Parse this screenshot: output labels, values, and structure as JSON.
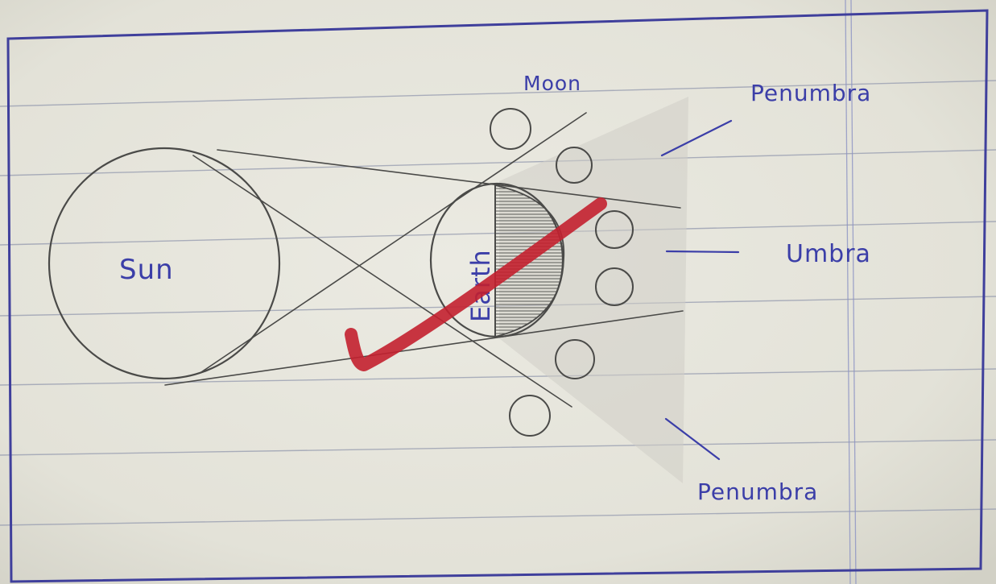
{
  "diagram": {
    "labels": {
      "sun": "Sun",
      "earth": "Earth",
      "moon": "Moon",
      "penumbra_top": "Penumbra",
      "umbra": "Umbra",
      "penumbra_bottom": "Penumbra"
    },
    "colors": {
      "paper": "#e6e5dc",
      "rule_line": "#9ea3b4",
      "margin_line": "#8c93c4",
      "border": "#3f3f9c",
      "pencil": "#4a4a48",
      "ink": "#3b3ea8",
      "check_mark": "#c3202f",
      "shadow": "#cfcec6"
    },
    "marks": {
      "check_mark": "check-mark"
    }
  }
}
